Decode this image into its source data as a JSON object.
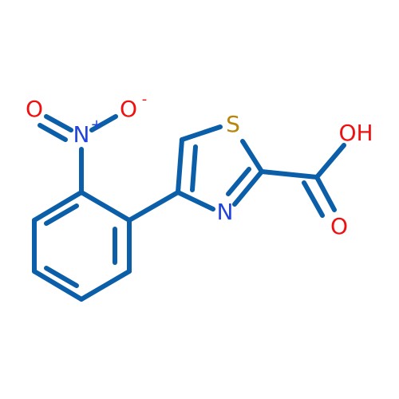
{
  "molecule": {
    "atoms": {
      "nitro_o_left": {
        "symbol": "O",
        "color": "#ee1111"
      },
      "nitro_n": {
        "symbol": "N",
        "charge": "+",
        "color": "#2244dd"
      },
      "nitro_o_right": {
        "symbol": "O",
        "charge": "-",
        "color": "#ee1111"
      },
      "sulfur": {
        "symbol": "S",
        "color": "#b8860b"
      },
      "thiazole_n": {
        "symbol": "N",
        "color": "#2244dd"
      },
      "hydroxyl": {
        "symbol": "OH",
        "color": "#ee1111"
      },
      "carbonyl_o": {
        "symbol": "O",
        "color": "#ee1111"
      }
    },
    "bond_color": "#0b5ea8"
  }
}
